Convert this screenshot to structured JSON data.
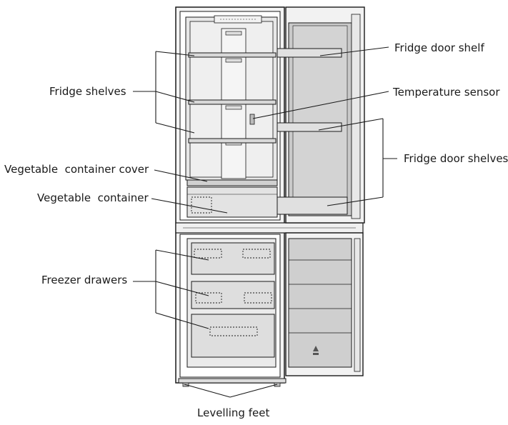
{
  "labels": {
    "fridge_shelves": "Fridge shelves",
    "vegetable_container_cover": "Vegetable  container cover",
    "vegetable_container": "Vegetable  container",
    "freezer_drawers": "Freezer drawers",
    "levelling_feet": "Levelling feet",
    "fridge_door_shelf": "Fridge door shelf",
    "temperature_sensor": "Temperature sensor",
    "fridge_door_shelves": "Fridge door shelves"
  },
  "colors": {
    "line": "#1a1a1a",
    "panel_fill": "#e6e6e6",
    "shelf_fill": "#d4d4d4",
    "drawer_fill": "#dcdcdc"
  }
}
